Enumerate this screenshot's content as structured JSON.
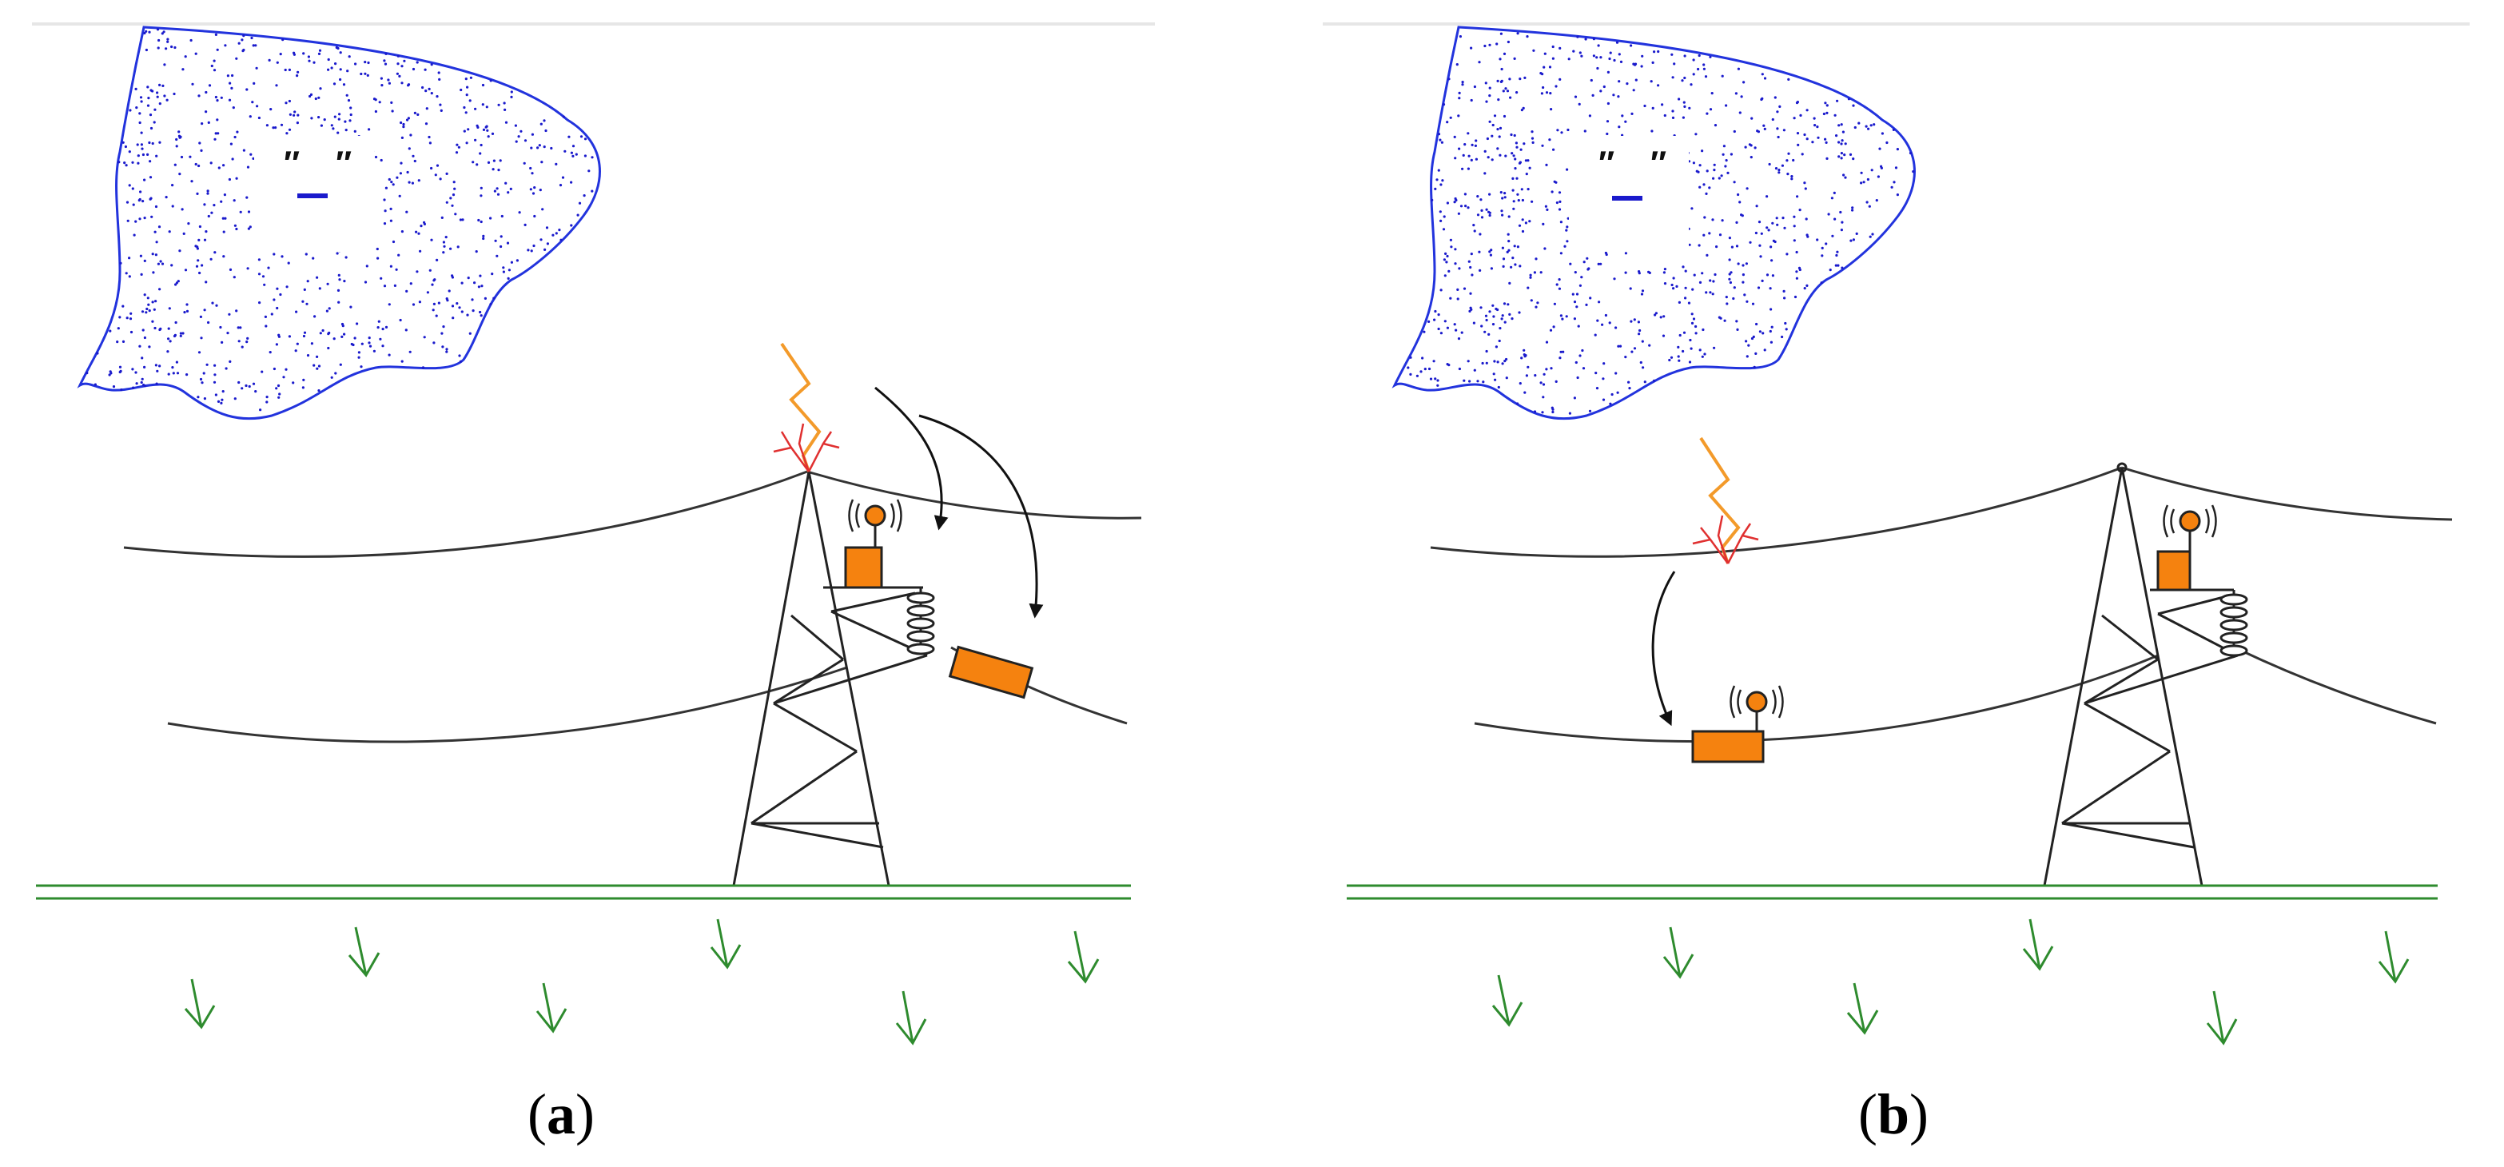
{
  "panels": [
    {
      "id": "a",
      "caption": {
        "open": "(",
        "letter": "a",
        "close": ")"
      },
      "strike": "tower",
      "sensor_location": "insulator-and-tower"
    },
    {
      "id": "b",
      "caption": {
        "open": "(",
        "letter": "b",
        "close": ")"
      },
      "strike": "conductor",
      "sensor_location": "conductor-midspan"
    }
  ],
  "colors": {
    "cloud_outline": "#2233dd",
    "cloud_dots": "#1a1acc",
    "lightning": "#f39a2a",
    "lightning_tip": "#e03030",
    "wire": "#333333",
    "sensor_box": "#f5820f",
    "ground": "#2e8b2e",
    "arrow": "#111111"
  },
  "icons": [
    "cloud-icon",
    "lightning-bolt-icon",
    "transmission-tower-icon",
    "sensor-device-icon",
    "wireless-antenna-icon",
    "grass-arrow-icon"
  ]
}
